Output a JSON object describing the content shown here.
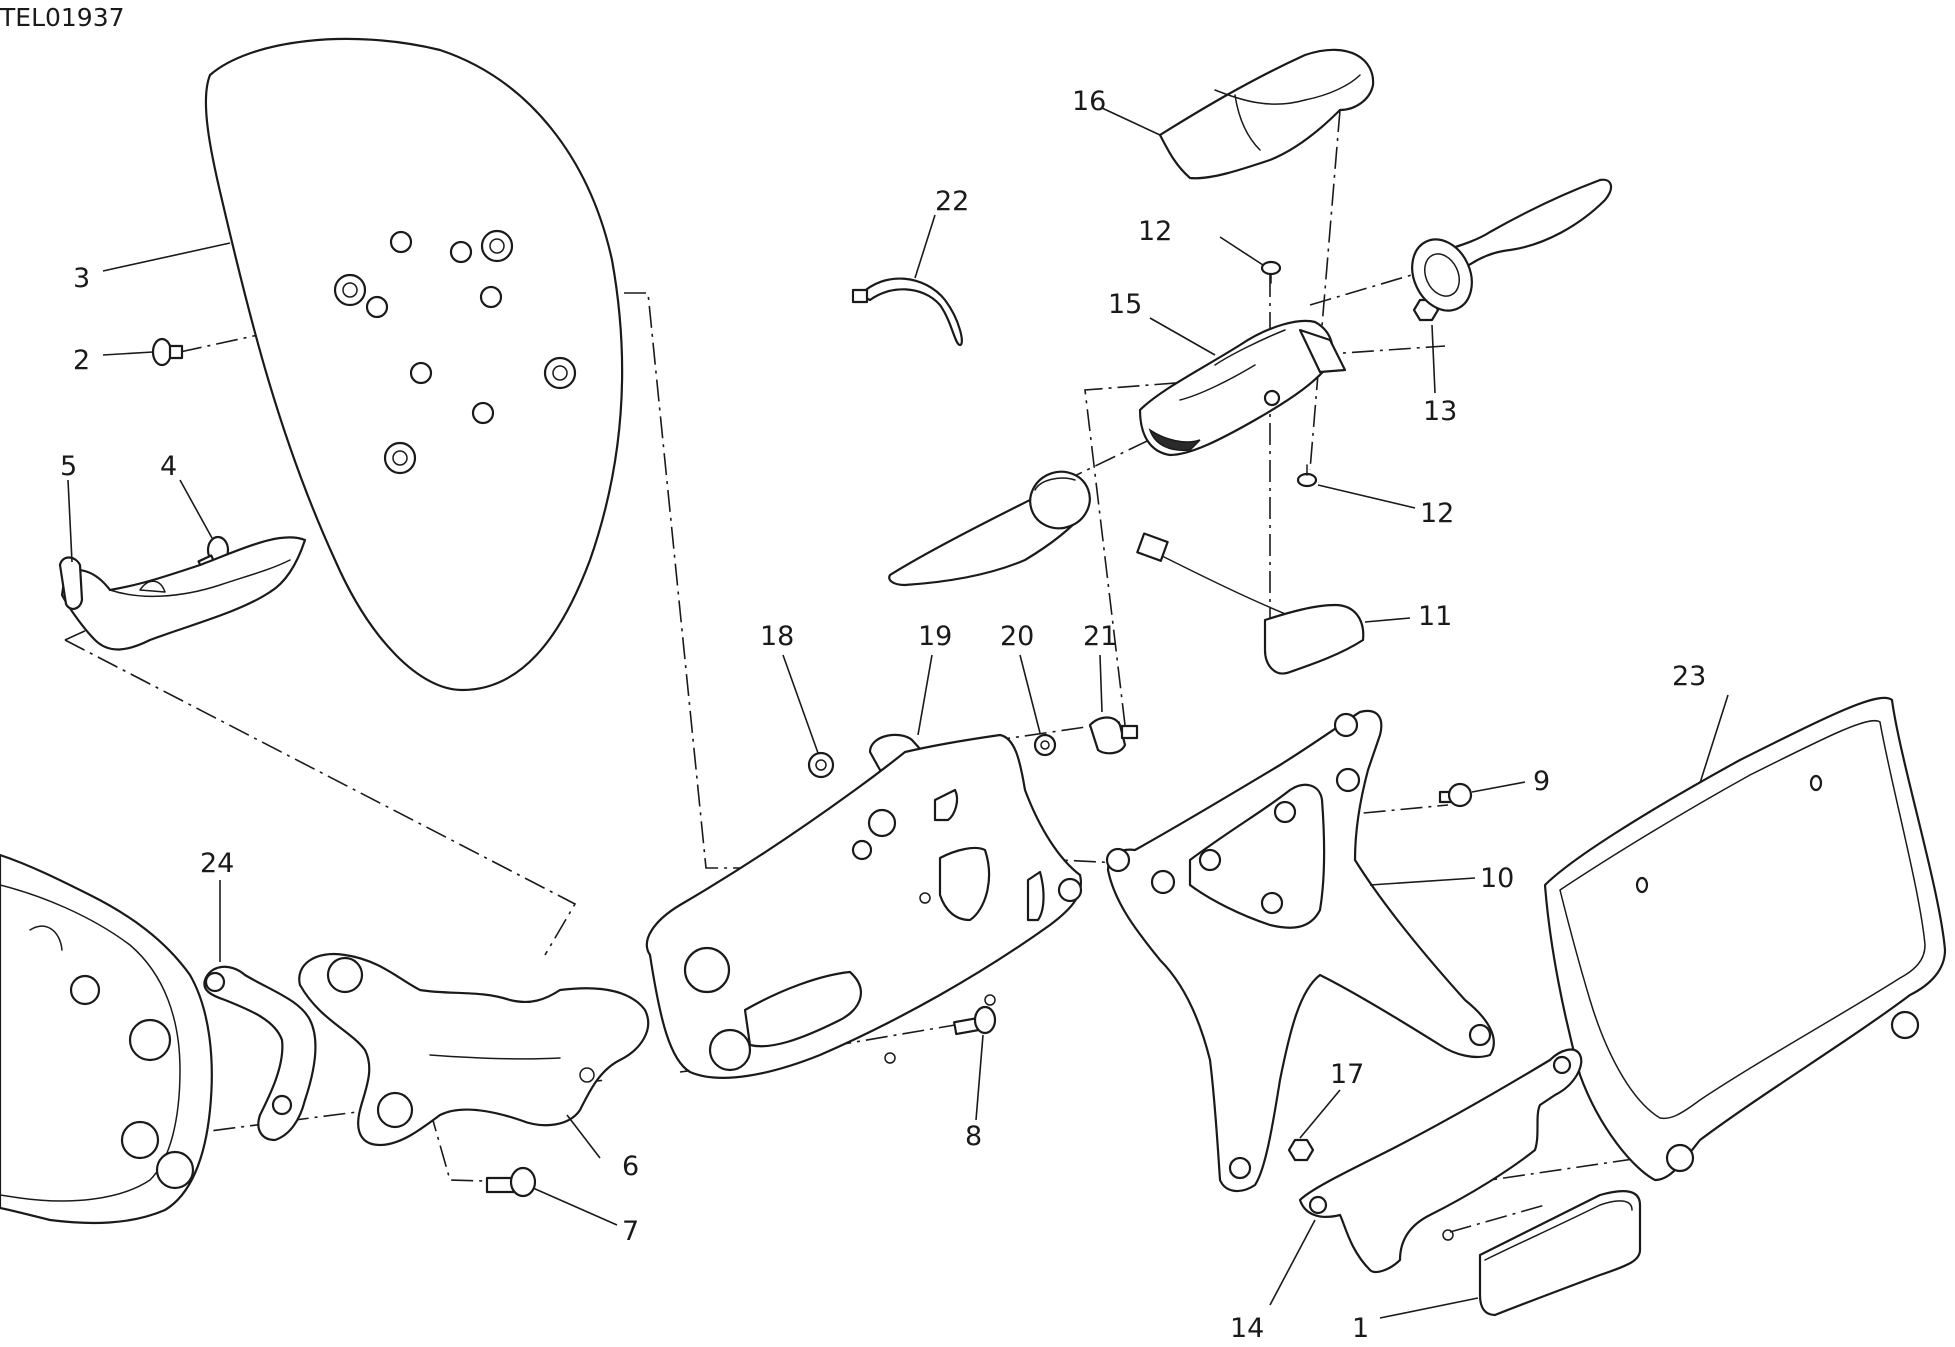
{
  "drawing_code": "TEL01937",
  "callouts": [
    {
      "id": "1",
      "label": "1"
    },
    {
      "id": "2",
      "label": "2"
    },
    {
      "id": "3",
      "label": "3"
    },
    {
      "id": "4",
      "label": "4"
    },
    {
      "id": "5",
      "label": "5"
    },
    {
      "id": "6",
      "label": "6"
    },
    {
      "id": "7",
      "label": "7"
    },
    {
      "id": "8",
      "label": "8"
    },
    {
      "id": "9",
      "label": "9"
    },
    {
      "id": "10",
      "label": "10"
    },
    {
      "id": "11",
      "label": "11"
    },
    {
      "id": "12a",
      "label": "12"
    },
    {
      "id": "12b",
      "label": "12"
    },
    {
      "id": "13",
      "label": "13"
    },
    {
      "id": "14",
      "label": "14"
    },
    {
      "id": "15",
      "label": "15"
    },
    {
      "id": "16",
      "label": "16"
    },
    {
      "id": "17",
      "label": "17"
    },
    {
      "id": "18",
      "label": "18"
    },
    {
      "id": "19",
      "label": "19"
    },
    {
      "id": "20",
      "label": "20"
    },
    {
      "id": "21",
      "label": "21"
    },
    {
      "id": "22",
      "label": "22"
    },
    {
      "id": "23",
      "label": "23"
    },
    {
      "id": "24",
      "label": "24"
    }
  ]
}
